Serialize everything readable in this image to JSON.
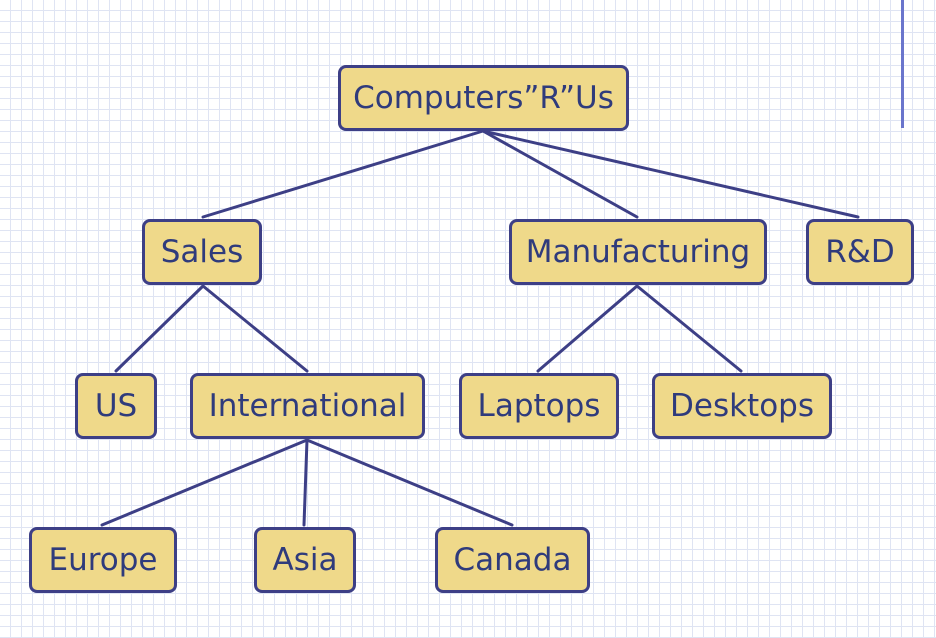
{
  "diagram": {
    "root": {
      "label": "Computers”R”Us"
    },
    "level1": {
      "sales": "Sales",
      "manufacturing": "Manufacturing",
      "rd": "R&D"
    },
    "level2": {
      "us": "US",
      "international": "International",
      "laptops": "Laptops",
      "desktops": "Desktops"
    },
    "level3": {
      "europe": "Europe",
      "asia": "Asia",
      "canada": "Canada"
    }
  },
  "colors": {
    "node_fill": "#efd98a",
    "node_border": "#3d3f86",
    "edge": "#3d3f86",
    "text": "#2f3b7c",
    "grid": "#dfe4f3",
    "accent_bar": "#6a75cc"
  }
}
